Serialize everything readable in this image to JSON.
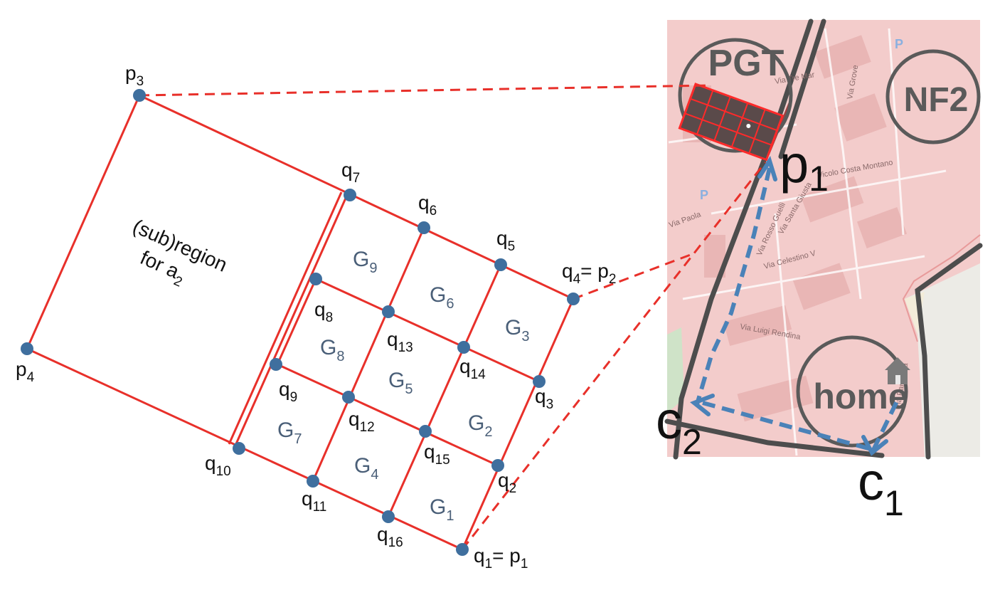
{
  "left_diagram": {
    "region_label_line1": "(sub)region",
    "region_label_line2": "for a",
    "region_label_sub": "2",
    "points": {
      "p3": {
        "base": "p",
        "sub": "3"
      },
      "p4": {
        "base": "p",
        "sub": "4"
      },
      "q1": {
        "base": "q",
        "sub": "1",
        "suffix": "= p",
        "suffix_sub": "1"
      },
      "q2": {
        "base": "q",
        "sub": "2"
      },
      "q3": {
        "base": "q",
        "sub": "3"
      },
      "q4": {
        "base": "q",
        "sub": "4",
        "suffix": "= p",
        "suffix_sub": "2"
      },
      "q5": {
        "base": "q",
        "sub": "5"
      },
      "q6": {
        "base": "q",
        "sub": "6"
      },
      "q7": {
        "base": "q",
        "sub": "7"
      },
      "q8": {
        "base": "q",
        "sub": "8"
      },
      "q9": {
        "base": "q",
        "sub": "9"
      },
      "q10": {
        "base": "q",
        "sub": "10"
      },
      "q11": {
        "base": "q",
        "sub": "11"
      },
      "q12": {
        "base": "q",
        "sub": "12"
      },
      "q13": {
        "base": "q",
        "sub": "13"
      },
      "q14": {
        "base": "q",
        "sub": "14"
      },
      "q15": {
        "base": "q",
        "sub": "15"
      },
      "q16": {
        "base": "q",
        "sub": "16"
      }
    },
    "cells": [
      {
        "base": "G",
        "sub": "1"
      },
      {
        "base": "G",
        "sub": "2"
      },
      {
        "base": "G",
        "sub": "3"
      },
      {
        "base": "G",
        "sub": "4"
      },
      {
        "base": "G",
        "sub": "5"
      },
      {
        "base": "G",
        "sub": "6"
      },
      {
        "base": "G",
        "sub": "7"
      },
      {
        "base": "G",
        "sub": "8"
      },
      {
        "base": "G",
        "sub": "9"
      }
    ]
  },
  "map": {
    "areas": [
      "PGT",
      "NF2",
      "home"
    ],
    "point_p1": {
      "base": "p",
      "sub": "1"
    },
    "point_c1": {
      "base": "c",
      "sub": "1"
    },
    "point_c2": {
      "base": "c",
      "sub": "2"
    },
    "street_names": [
      "Via Tre Mar",
      "Via Grove",
      "Via Paola",
      "Via Rosso Guelli",
      "Via Santa Giusta",
      "Via Celestino V",
      "Via Luigi Rendina",
      "Vicolo Costa Montano",
      "Via Parroccia"
    ],
    "parking_symbol": "P"
  },
  "colors": {
    "grid_line": "#e8302a",
    "point": "#3f6f9e",
    "route": "#4a82b8",
    "map_bg": "#f2c8c8",
    "road": "#4d4d4d"
  }
}
